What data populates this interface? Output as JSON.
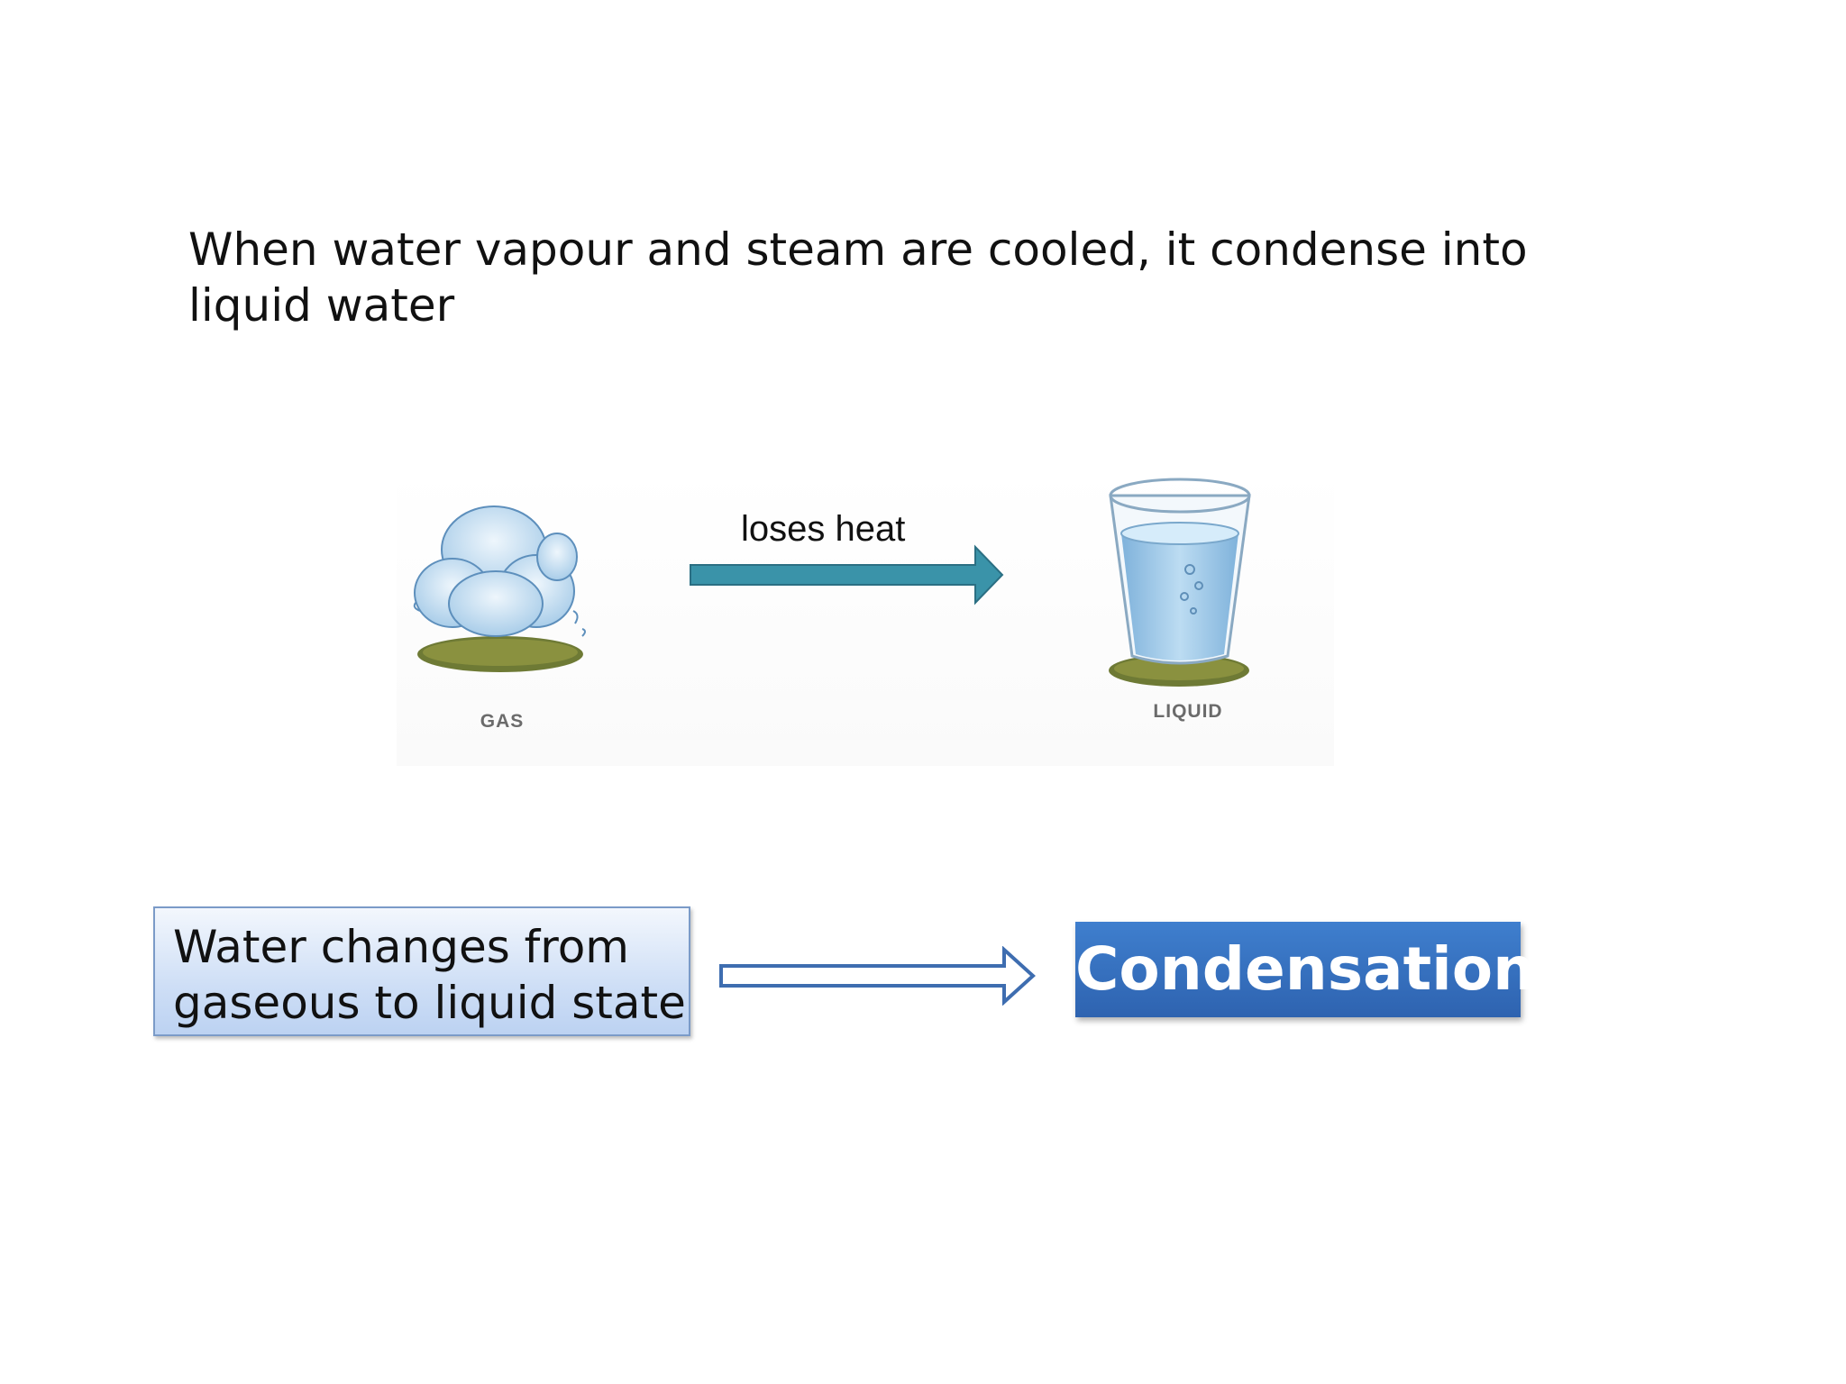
{
  "intro_text": "When water vapour and steam are cooled, it condense into liquid water",
  "figure": {
    "gas_caption": "GAS",
    "liquid_caption": "LIQUID",
    "arrow_label": "loses heat",
    "arrow_color": "#3a93a9"
  },
  "state_box": {
    "text": "Water changes from gaseous to liquid state"
  },
  "result_box": {
    "text": "Condensation",
    "color": "#3572c0"
  }
}
